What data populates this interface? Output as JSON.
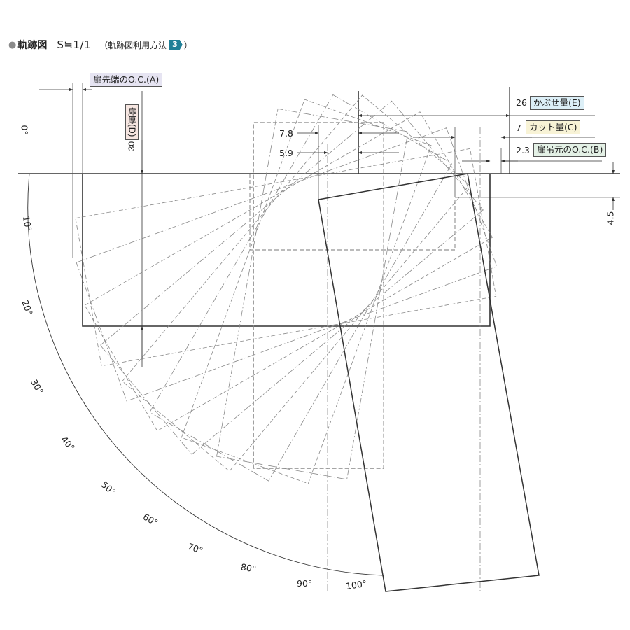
{
  "header": {
    "title": "軌跡図",
    "scale": "S≒1/1",
    "reference_prefix": "（軌跡図利用方法",
    "reference_badge": "3",
    "reference_suffix": "）"
  },
  "labels": {
    "door_tip_oc": "扉先端のO.C.(A)",
    "door_thickness": "扉厚(D)",
    "door_thickness_value": "30",
    "overlay_amount": "かぶせ量(E)",
    "overlay_value": "26",
    "cut_amount": "カット量(C)",
    "cut_value": "7",
    "hinge_side_oc": "扉吊元のO.C.(B)",
    "hinge_side_value": "2.3",
    "dim_78": "7.8",
    "dim_59": "5.9",
    "dim_45": "4.5"
  },
  "angles": [
    "0°",
    "10°",
    "20°",
    "30°",
    "40°",
    "50°",
    "60°",
    "70°",
    "80°",
    "90°",
    "100°"
  ],
  "colors": {
    "line": "#333333",
    "faint": "#888888",
    "badge": "#1f7f97",
    "label_a_bg": "#e6e4f2",
    "label_e_bg": "#dceff7",
    "label_c_bg": "#f8f3d6",
    "label_b_bg": "#e4f1e6",
    "label_d_bg": "#f6e6e1"
  }
}
